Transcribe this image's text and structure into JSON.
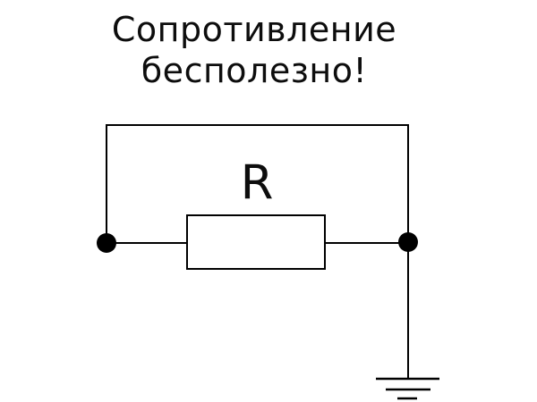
{
  "title": {
    "line1": "Сопротивление",
    "line2": "бесполезно!"
  },
  "circuit": {
    "resistor_label": "R",
    "components": [
      "resistor-box",
      "short-circuit-bypass-wire",
      "junction-node-left",
      "junction-node-right",
      "ground-symbol"
    ]
  },
  "colors": {
    "background": "#ffffff",
    "line": "#000000",
    "text": "#0d0d0d"
  }
}
